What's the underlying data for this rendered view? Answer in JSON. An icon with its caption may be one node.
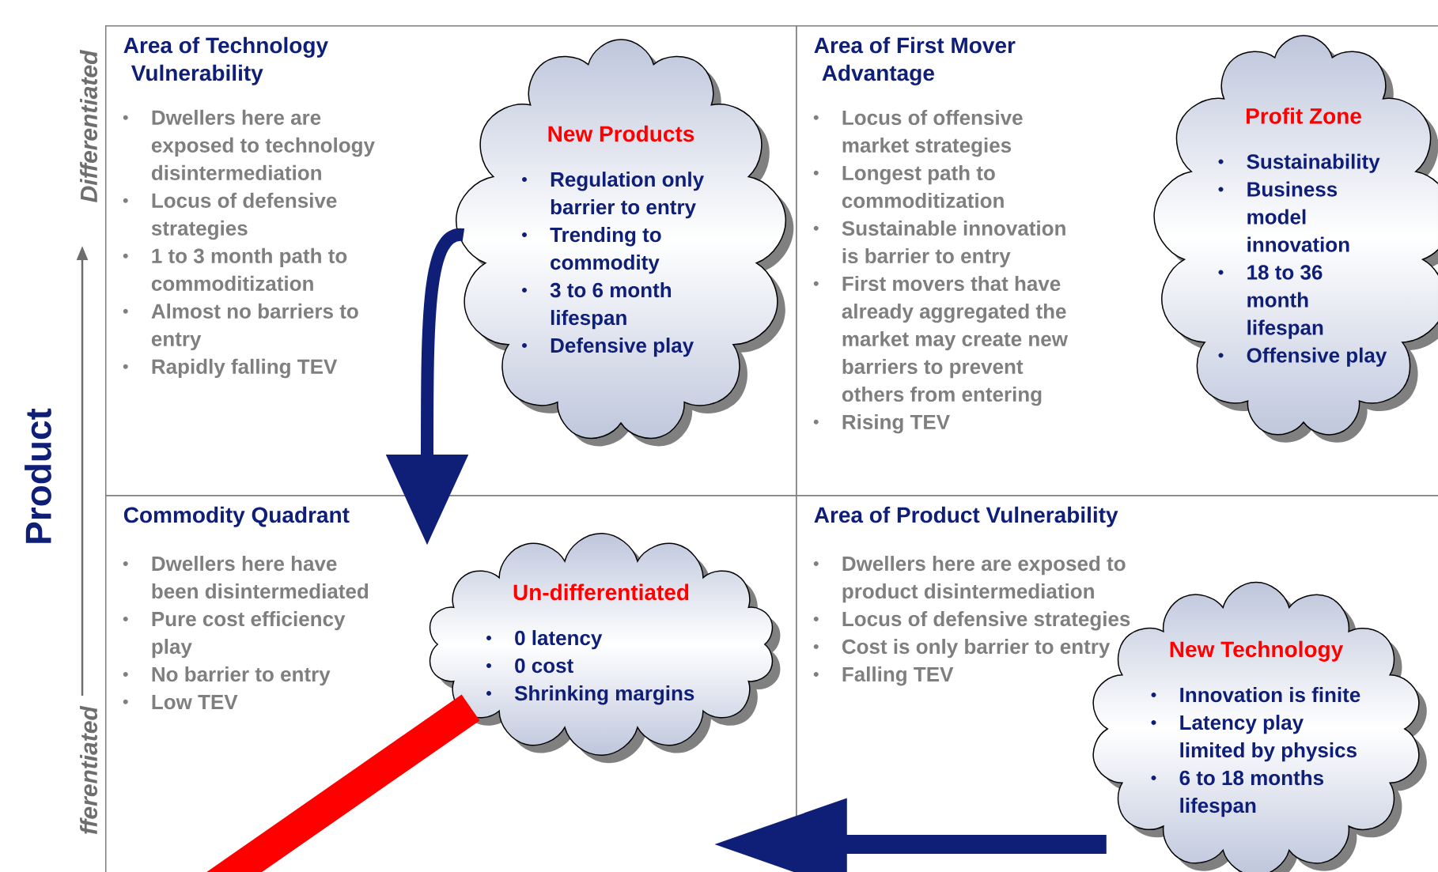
{
  "diagram": {
    "nodes": [
      {
        "text": [
          "Area of Technology Vulnerability",
          "Dwellers here are exposed to technology disintermediation",
          "Locus of defensive strategies",
          "1 to 3 month path to commoditization",
          "Almost no barriers to entry",
          "Rapidly falling TEV"
        ]
      },
      {
        "text": [
          "New Products",
          "Regulation only barrier to entry",
          "Trending to commodity",
          "3 to 6 month lifespan",
          "Defensive play"
        ],
        "in": 0
      },
      {
        "text": [
          "Area of First Mover Advantage",
          "Locus of offensive market strategies",
          "Longest path to commoditization",
          "Sustainable innovation is barrier to entry",
          "First movers that have already aggregated the market may create new barriers to prevent others from entering",
          "Rising TEV"
        ]
      },
      {
        "text": [
          "Profit Zone",
          "Sustainability",
          "Business model innovation",
          "18 to 36 month lifespan",
          "Offensive play"
        ],
        "in": 2
      },
      {
        "text": [
          "Commodity Quadrant",
          "Dwellers here have been disintermediated",
          "Pure cost efficiency play",
          "No barrier to entry",
          "Low TEV"
        ]
      },
      {
        "text": [
          "Un-differentiated",
          "0 latency",
          "0 cost",
          "Shrinking margins"
        ],
        "in": 4
      },
      {
        "text": [
          "Area of Product Vulnerability",
          "Dwellers here are exposed to product disintermediation",
          "Locus of defensive strategies",
          "Cost is only barrier to entry",
          "Falling TEV"
        ]
      },
      {
        "text": [
          "New Technology",
          "Innovation is finite",
          "Latency play limited by physics",
          "6 to 18 months lifespan"
        ],
        "in": 6
      }
    ],
    "edges": [
      {
        "from": 1,
        "to": 5,
        "arrow": "to"
      },
      {
        "from": null,
        "to": 5,
        "arrow": "none",
        "color": "#ff0000"
      },
      {
        "from": 7,
        "to": null,
        "arrow": "to"
      }
    ],
    "labels": [
      "Product",
      "Differentiated",
      "fferentiated"
    ]
  }
}
